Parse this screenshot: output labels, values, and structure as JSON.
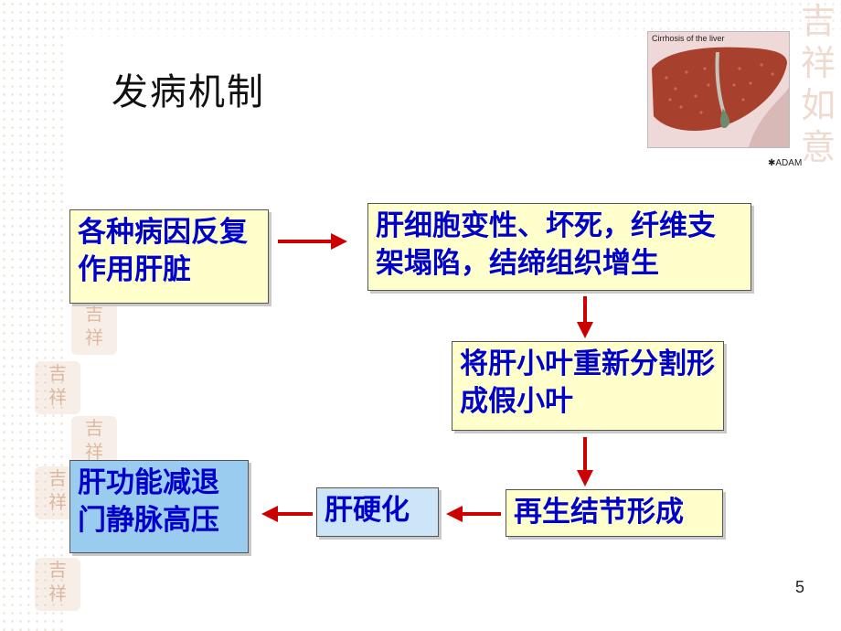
{
  "slide": {
    "title": "发病机制",
    "page_number": "5"
  },
  "image": {
    "caption": "Cirrhosis of the liver",
    "credit": "ADAM"
  },
  "flow": {
    "causes": "各种病因反复作用肝脏",
    "hepatocyte_damage": "肝细胞变性、坏死，纤维支架塌陷，结缔组织增生",
    "lobule_division": "将肝小叶重新分割形成假小叶",
    "regeneration": "再生结节形成",
    "cirrhosis": "肝硬化",
    "outcome": "肝功能减退门静脉高压"
  },
  "colors": {
    "box_text": "#0000cc",
    "yellow_box": "#ffffcc",
    "blue_box": "#99ccee",
    "arrow": "#cc0000"
  }
}
